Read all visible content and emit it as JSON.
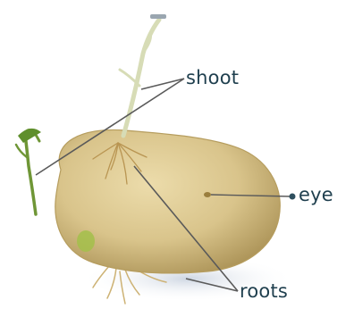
{
  "labels": {
    "shoot": "shoot",
    "eye": "eye",
    "roots": "roots"
  },
  "colors": {
    "background": "#ffffff",
    "potato_skin": "#d8c58e",
    "potato_shade": "#b29a5a",
    "sprout_green": "#8fae3e",
    "root_color": "#c9a869",
    "pointer_line": "#5a5a5a",
    "label_text": "#1f3f4e"
  }
}
